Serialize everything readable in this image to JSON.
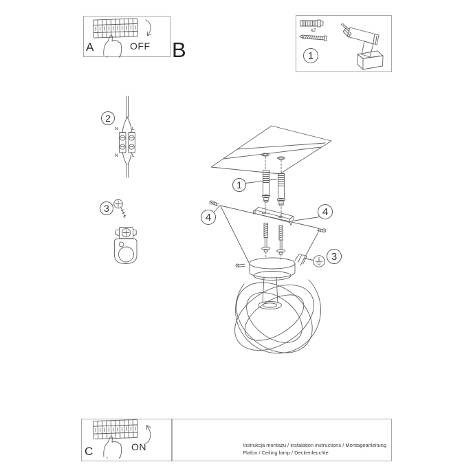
{
  "steps": {
    "a": {
      "label": "A",
      "switch_text": "OFF"
    },
    "b": {
      "label": "B"
    },
    "c": {
      "label": "C",
      "switch_text": "ON"
    }
  },
  "tools_box": {
    "number": "1",
    "anchor_qty": "x2"
  },
  "callouts": {
    "anchors": "1",
    "wire_connector": "2",
    "ground_screw_detail": "3",
    "ground_terminal": "3",
    "mount_screw_left": "4",
    "mount_screw_right": "4"
  },
  "wiring": {
    "top_left": "N",
    "top_right": "L",
    "bottom_left": "N",
    "bottom_right": "L"
  },
  "footer": {
    "line1": "Instrukcja montażu / instalation instructions / Montageanleitung",
    "line2": "Plafon / Ceiling lamp / Deckenleuchte"
  },
  "colors": {
    "line": "#606060",
    "text": "#2a2a2a",
    "border": "#a8a8a8"
  }
}
